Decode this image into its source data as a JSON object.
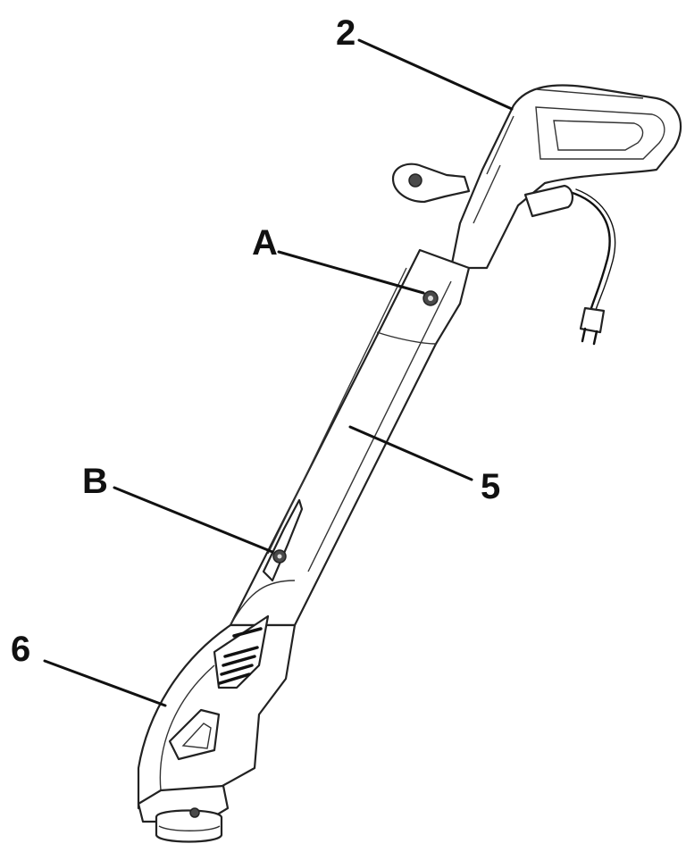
{
  "labels": {
    "handle": "2",
    "screw_a": "A",
    "shaft": "5",
    "screw_b": "B",
    "guard": "6"
  }
}
